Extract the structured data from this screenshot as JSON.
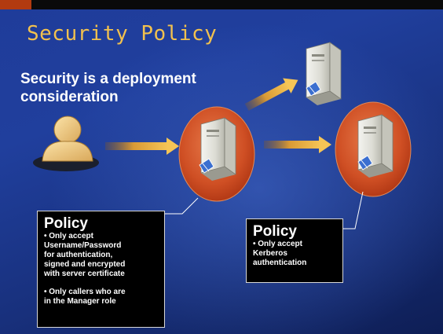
{
  "slide": {
    "title": "Security Policy",
    "subtitle": "Security is a deployment consideration"
  },
  "policy_left": {
    "heading": "Policy",
    "lines": [
      "• Only accept",
      "Username/Password",
      "for authentication,",
      "signed and encrypted",
      "with server certificate",
      "",
      "• Only callers who are",
      "in the Manager role"
    ]
  },
  "policy_right": {
    "heading": "Policy",
    "lines": [
      "• Only accept",
      "Kerberos",
      "authentication"
    ]
  },
  "colors": {
    "title": "#f2c14e",
    "ellipse": "#d4552a",
    "arrow": "#f0b040",
    "background": "#1f3c9a"
  }
}
